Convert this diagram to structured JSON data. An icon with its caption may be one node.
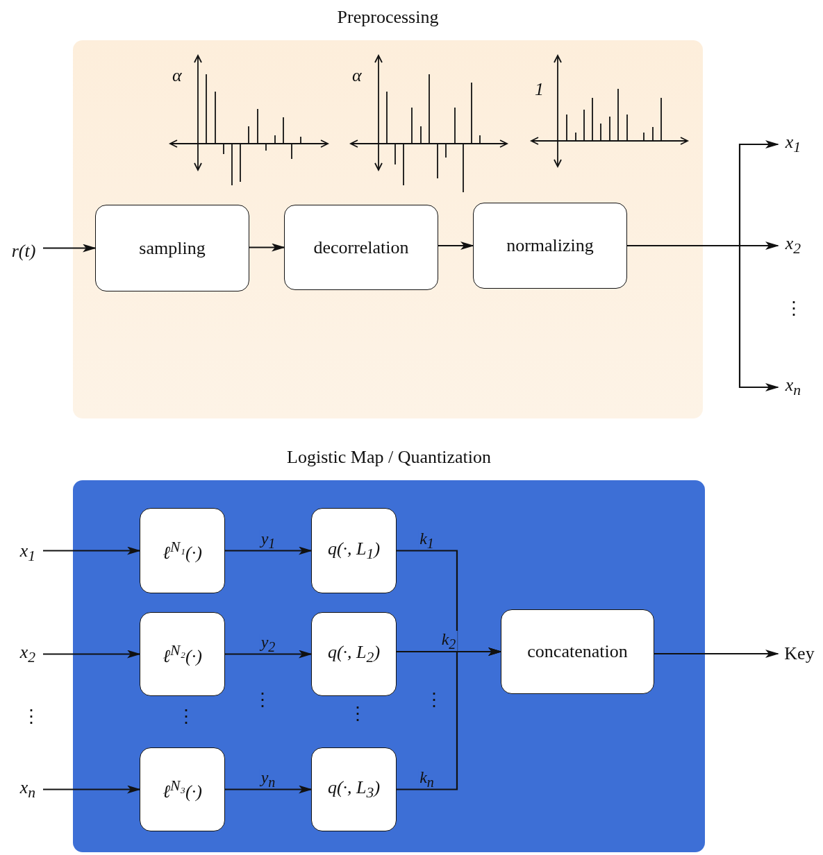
{
  "diagram": {
    "nodes": [
      {
        "text": [
          "Preprocessing"
        ]
      },
      {
        "text": [
          "r(t)"
        ]
      },
      {
        "text": [
          "sampling"
        ],
        "in": 0
      },
      {
        "text": [
          "decorrelation"
        ],
        "in": 0
      },
      {
        "text": [
          "normalizing"
        ],
        "in": 0
      },
      {
        "text": [
          "x$_{1}$"
        ]
      },
      {
        "text": [
          "x$_{2}$"
        ]
      },
      {
        "text": [
          "x$_{n}$"
        ]
      },
      {
        "text": [
          "Logistic Map / Quantization"
        ]
      },
      {
        "text": [
          "x$_{1}$"
        ]
      },
      {
        "text": [
          "x$_{2}$"
        ]
      },
      {
        "text": [
          "x$_{n}$"
        ]
      },
      {
        "text": [
          "ℓ$^{N₁}$(·)"
        ],
        "in": 8
      },
      {
        "text": [
          "ℓ$^{N₂}$(·)"
        ],
        "in": 8
      },
      {
        "text": [
          "ℓ$^{N₃}$(·)"
        ],
        "in": 8
      },
      {
        "text": [
          "q(·, L$_{1}$)"
        ],
        "in": 8
      },
      {
        "text": [
          "q(·, L$_{2}$)"
        ],
        "in": 8
      },
      {
        "text": [
          "q(·, L$_{3}$)"
        ],
        "in": 8
      },
      {
        "text": [
          "concatenation"
        ],
        "in": 8
      },
      {
        "text": [
          "Key"
        ]
      }
    ],
    "edges": [
      {
        "from": 1,
        "to": 2,
        "arrow": "to"
      },
      {
        "from": 2,
        "to": 3,
        "arrow": "to"
      },
      {
        "from": 3,
        "to": 4,
        "arrow": "to"
      },
      {
        "from": 4,
        "to": 5,
        "arrow": "to"
      },
      {
        "from": 4,
        "to": 6,
        "arrow": "to"
      },
      {
        "from": 4,
        "to": 7,
        "arrow": "to"
      },
      {
        "from": 9,
        "to": 12,
        "arrow": "to"
      },
      {
        "from": 10,
        "to": 13,
        "arrow": "to"
      },
      {
        "from": 11,
        "to": 14,
        "arrow": "to"
      },
      {
        "from": 12,
        "to": 15,
        "arrow": "to",
        "label": "y$_{1}$"
      },
      {
        "from": 13,
        "to": 16,
        "arrow": "to",
        "label": "y$_{2}$"
      },
      {
        "from": 14,
        "to": 17,
        "arrow": "to",
        "label": "y$_{n}$"
      },
      {
        "from": 15,
        "to": 18,
        "arrow": "to",
        "label": "k$_{1}$"
      },
      {
        "from": 16,
        "to": 18,
        "arrow": "to",
        "label": "k$_{2}$"
      },
      {
        "from": 17,
        "to": 18,
        "arrow": "to",
        "label": "k$_{n}$"
      },
      {
        "from": 18,
        "to": 19,
        "arrow": "to"
      }
    ],
    "labels": [
      "α",
      "α",
      "1",
      "⋮",
      "⋮",
      "⋮",
      "⋮",
      "⋮",
      "⋮"
    ]
  }
}
